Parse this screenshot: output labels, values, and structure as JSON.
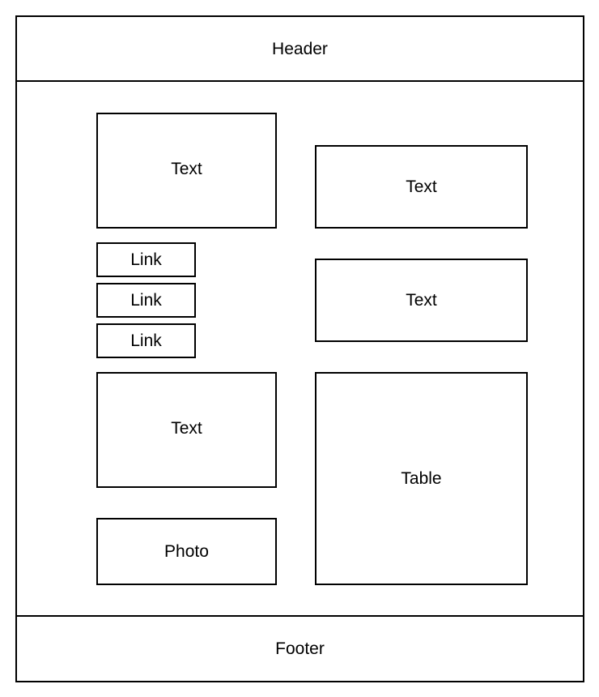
{
  "header": {
    "label": "Header"
  },
  "footer": {
    "label": "Footer"
  },
  "left_column": {
    "text_top": "Text",
    "links": [
      "Link",
      "Link",
      "Link"
    ],
    "text_bottom": "Text",
    "photo": "Photo"
  },
  "right_column": {
    "text_top": "Text",
    "text_middle": "Text",
    "table": "Table"
  },
  "colors": {
    "stroke": "#000000",
    "background": "#ffffff"
  }
}
